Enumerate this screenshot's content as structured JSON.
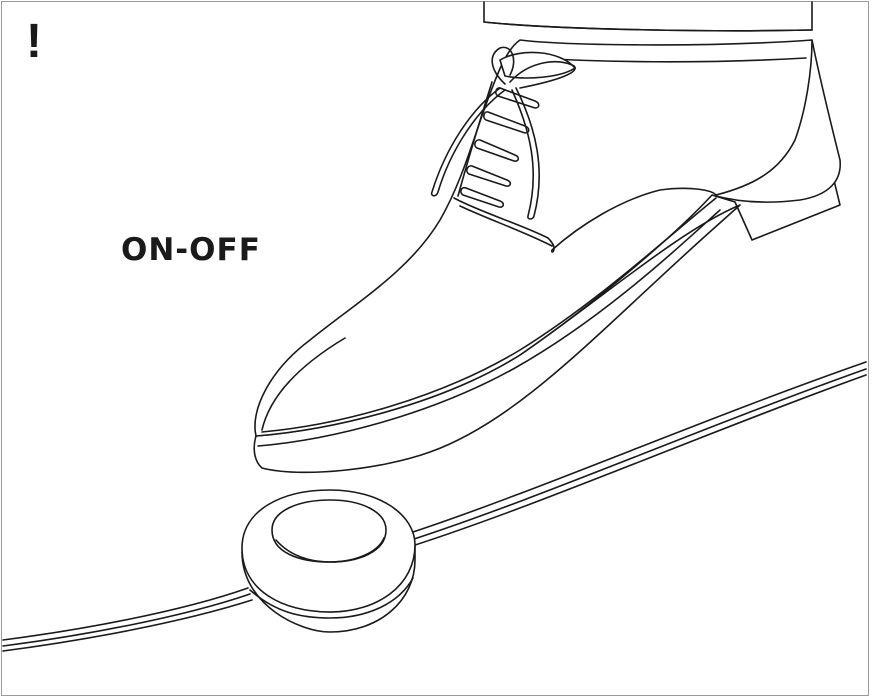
{
  "warning": {
    "symbol": "!"
  },
  "label": {
    "text": "ON-OFF"
  },
  "colors": {
    "ink": "#1a1a1a",
    "frame": "#9a9a9a",
    "background": "#ffffff"
  },
  "icons": [
    "warning-exclamation-icon",
    "shoe-illustration",
    "foot-switch-illustration",
    "power-cable-illustration"
  ]
}
